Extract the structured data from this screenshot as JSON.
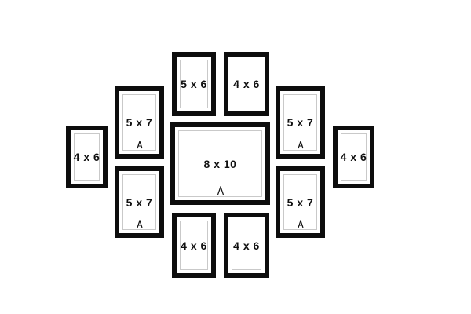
{
  "frames": {
    "top_left": "5 x 6",
    "top_right": "4 x 6",
    "upper_left": "5 x 7",
    "upper_right": "5 x 7",
    "far_left": "4 x 6",
    "far_right": "4 x 6",
    "center": "8 x 10",
    "lower_left": "5 x 7",
    "lower_right": "5 x 7",
    "bottom_left": "4 x 6",
    "bottom_right": "4 x 6"
  },
  "colors": {
    "frame": "#0d0d0d",
    "mat_border": "#c9c9c9",
    "background": "#ffffff"
  },
  "icons": {
    "hook": "hanging-hook-icon"
  }
}
